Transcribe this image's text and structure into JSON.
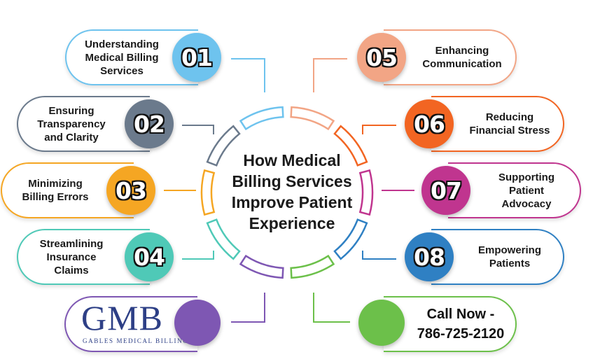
{
  "title": "How Medical\nBilling Services\nImprove Patient\nExperience",
  "items": [
    {
      "number": "01",
      "label": "Understanding\nMedical Billing\nServices",
      "color": "#6ec3ee"
    },
    {
      "number": "02",
      "label": "Ensuring\nTransparency\nand Clarity",
      "color": "#6b7a8c"
    },
    {
      "number": "03",
      "label": "Minimizing\nBilling Errors",
      "color": "#f5a623"
    },
    {
      "number": "04",
      "label": "Streamlining\nInsurance\nClaims",
      "color": "#4fc9b7"
    },
    {
      "number": "05",
      "label": "Enhancing\nCommunication",
      "color": "#f2a585"
    },
    {
      "number": "06",
      "label": "Reducing\nFinancial Stress",
      "color": "#f26522"
    },
    {
      "number": "07",
      "label": "Supporting\nPatient\nAdvocacy",
      "color": "#c0358f"
    },
    {
      "number": "08",
      "label": "Empowering\nPatients",
      "color": "#2f80c3"
    }
  ],
  "logo": {
    "name": "GMB",
    "subtitle": "GABLES MEDICAL BILLING",
    "color": "#7e57b3"
  },
  "call_to_action": {
    "text": "Call Now -\n786-725-2120",
    "color": "#6cc04a"
  }
}
